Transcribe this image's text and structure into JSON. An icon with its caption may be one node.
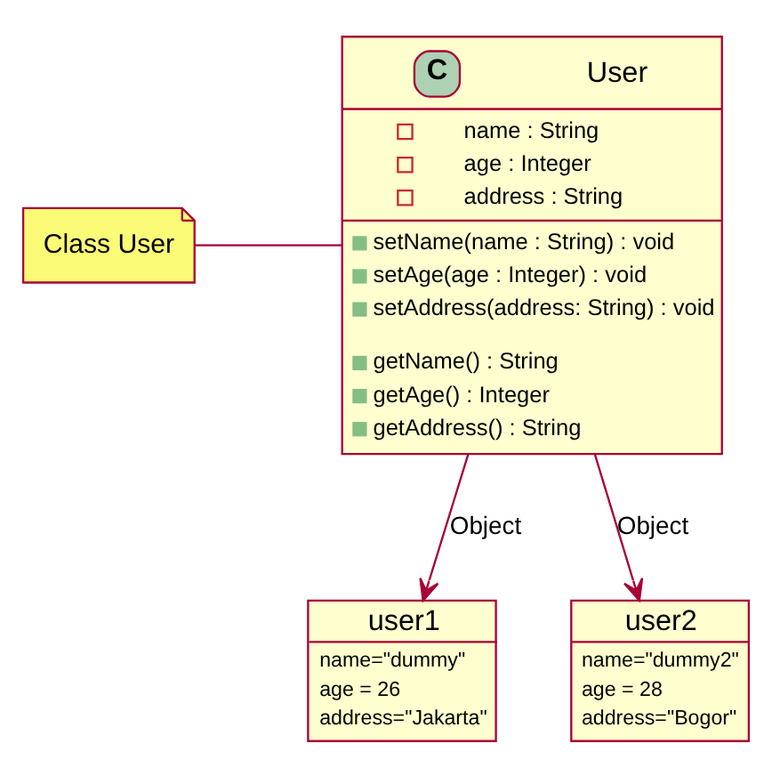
{
  "diagram": {
    "nodes": [
      {
        "text": [
          "Class User"
        ]
      },
      {
        "text": [
          "C",
          "User",
          "name : String",
          "age : Integer",
          "address : String",
          "setName(name : String) : void",
          "setAge(age : Integer) : void",
          "setAddress(address: String) : void",
          "getName() : String",
          "getAge() : Integer",
          "getAddress() : String"
        ]
      },
      {
        "text": [
          "user1",
          "name=\"dummy\"",
          "age = 26",
          "address=\"Jakarta\""
        ]
      },
      {
        "text": [
          "user2",
          "name=\"dummy2\"",
          "age = 28",
          "address=\"Bogor\""
        ]
      }
    ],
    "edges": [
      {
        "from": 0,
        "to": 1,
        "arrow": "none"
      },
      {
        "from": 1,
        "to": 2,
        "arrow": "to",
        "label": "Object"
      },
      {
        "from": 1,
        "to": 3,
        "arrow": "to",
        "label": "Object"
      }
    ]
  }
}
